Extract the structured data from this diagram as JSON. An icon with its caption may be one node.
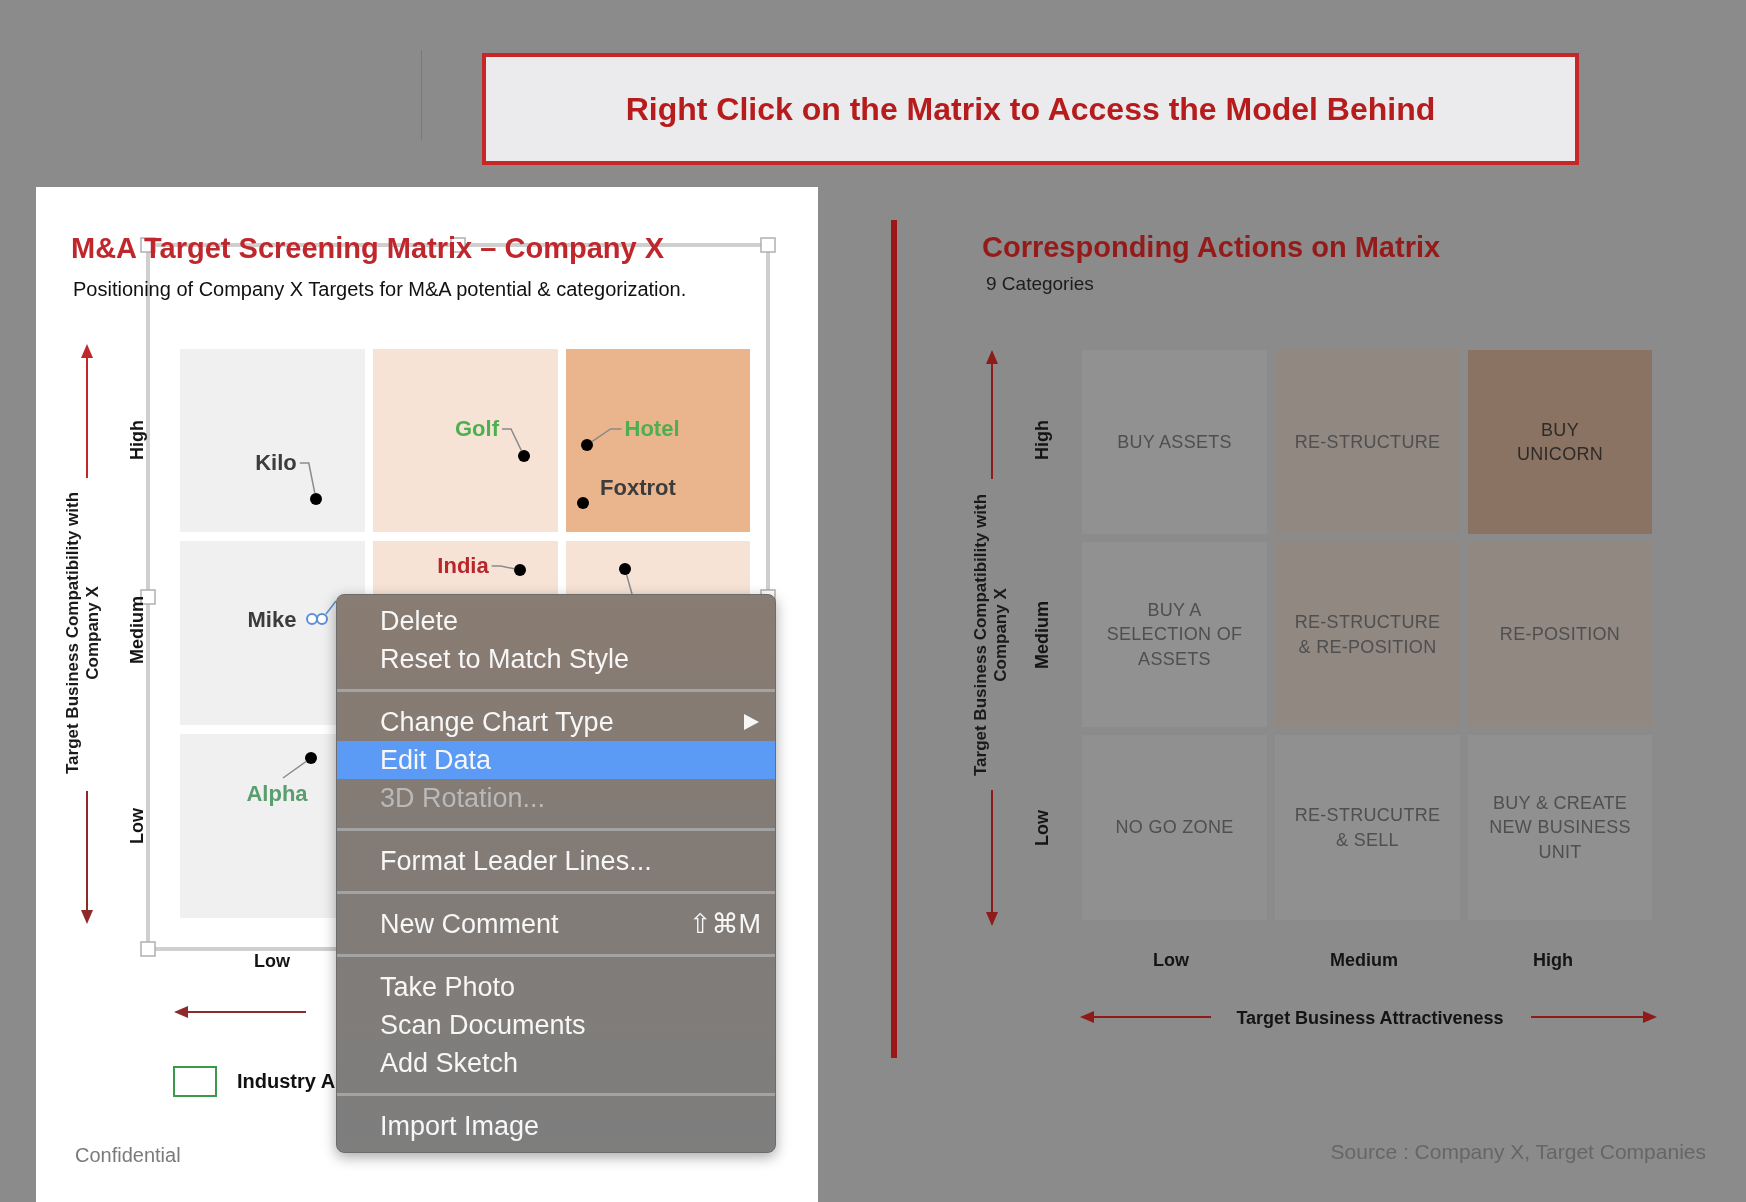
{
  "diagram": {
    "nodes": [
      {
        "text": [
          "Right Click on the Matrix to Access the Model Behind"
        ]
      },
      {
        "text": [],
        "shape": "box"
      },
      {
        "text": [],
        "shape": "box"
      },
      {
        "text": [],
        "shape": "box"
      },
      {
        "text": [],
        "shape": "box"
      },
      {
        "text": [],
        "shape": "box"
      },
      {
        "text": [],
        "shape": "box"
      },
      {
        "text": [],
        "shape": "box"
      },
      {
        "text": [
          "Kilo"
        ],
        "in": 1
      },
      {
        "text": [],
        "shape": "circle",
        "in": 1
      },
      {
        "text": [
          "Golf"
        ],
        "in": 2
      },
      {
        "text": [],
        "shape": "circle",
        "in": 2
      },
      {
        "text": [
          "Hotel"
        ],
        "in": 3
      },
      {
        "text": [],
        "shape": "circle",
        "in": 3
      },
      {
        "text": [
          "India"
        ],
        "in": 5
      },
      {
        "text": [],
        "shape": "circle",
        "in": 5
      },
      {
        "text": [
          "Alpha"
        ],
        "in": 7
      },
      {
        "text": [],
        "shape": "circle",
        "in": 7
      },
      {
        "text": [
          "BUY ASSETS"
        ]
      },
      {
        "text": [
          "RE-STRUCTURE"
        ]
      },
      {
        "text": [
          "BUY UNICORN"
        ]
      },
      {
        "text": [
          "BUY A SELECTION OF ASSETS"
        ]
      },
      {
        "text": [
          "RE-STRUCTURE & RE-POSITION"
        ]
      },
      {
        "text": [
          "RE-POSITION"
        ]
      },
      {
        "text": [
          "NO GO ZONE"
        ]
      },
      {
        "text": [
          "RE-STRUCUTRE & SELL"
        ]
      },
      {
        "text": [
          "BUY & CREATE NEW BUSINESS UNIT"
        ]
      }
    ],
    "edges": [
      {
        "from": 8,
        "to": 9,
        "arrow": "none"
      },
      {
        "from": 10,
        "to": 11,
        "arrow": "none"
      },
      {
        "from": 12,
        "to": 13,
        "arrow": "none"
      },
      {
        "from": 14,
        "to": 15,
        "arrow": "none"
      },
      {
        "from": 16,
        "to": 17,
        "arrow": "none"
      }
    ],
    "labels": [
      "M&A Target Screening Matrix – Company X",
      "Positioning of Company X Targets for M&A potential & categorization.",
      "Corresponding Actions on Matrix",
      "9 Categories",
      "Target Business Compatibility with Company X",
      "High",
      "Medium",
      "Low",
      "Foxtrot",
      "Mike",
      "Low",
      "Delete",
      "Reset to Match Style",
      "Change Chart Type",
      "Edit Data",
      "3D Rotation...",
      "Format Leader Lines...",
      "New Comment",
      "⇧⌘M",
      "Take Photo",
      "Scan Documents",
      "Add Sketch",
      "Import Image",
      "Confidential",
      "Target Business Compatibility with Company X",
      "High",
      "Medium",
      "Low",
      "Low",
      "Medium",
      "High",
      "Target Business Attractiveness",
      "Source : Company X, Target Companies"
    ],
    "legend": [
      {
        "text": "Industry A"
      }
    ]
  }
}
